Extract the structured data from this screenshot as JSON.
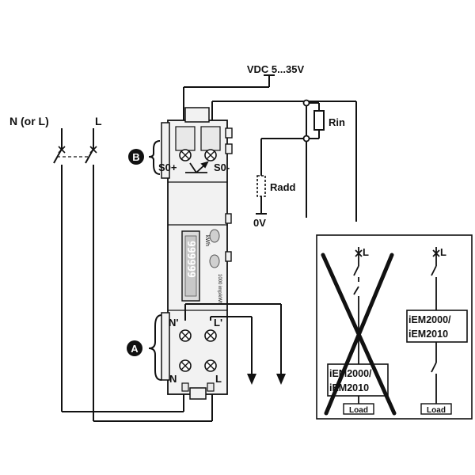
{
  "labels": {
    "supply": "VDC 5...35V",
    "neutral_line": "N (or L)",
    "live_line": "L",
    "rin": "Rin",
    "radd": "Radd",
    "zero_v": "0V",
    "s0_plus": "S0+",
    "s0_minus": "S0-",
    "badge_a": "A",
    "badge_b": "B",
    "n_prime": "N'",
    "l_prime": "L'",
    "n_term": "N",
    "l_term": "L",
    "kwh": "kWh",
    "digits": "999999",
    "side_text": "1000 imp/kWh"
  },
  "inset": {
    "wrong": {
      "line_label": "L",
      "model_1": "iEM2000/",
      "model_2": "iEM2010",
      "load": "Load"
    },
    "correct": {
      "line_label": "L",
      "model_1": "iEM2000/",
      "model_2": "iEM2010",
      "load": "Load"
    }
  },
  "colors": {
    "line": "#111111",
    "meter_fill": "#f2f2f2",
    "meter_dark": "#dcdcdc",
    "badge": "#111111",
    "badge_text": "#ffffff"
  }
}
